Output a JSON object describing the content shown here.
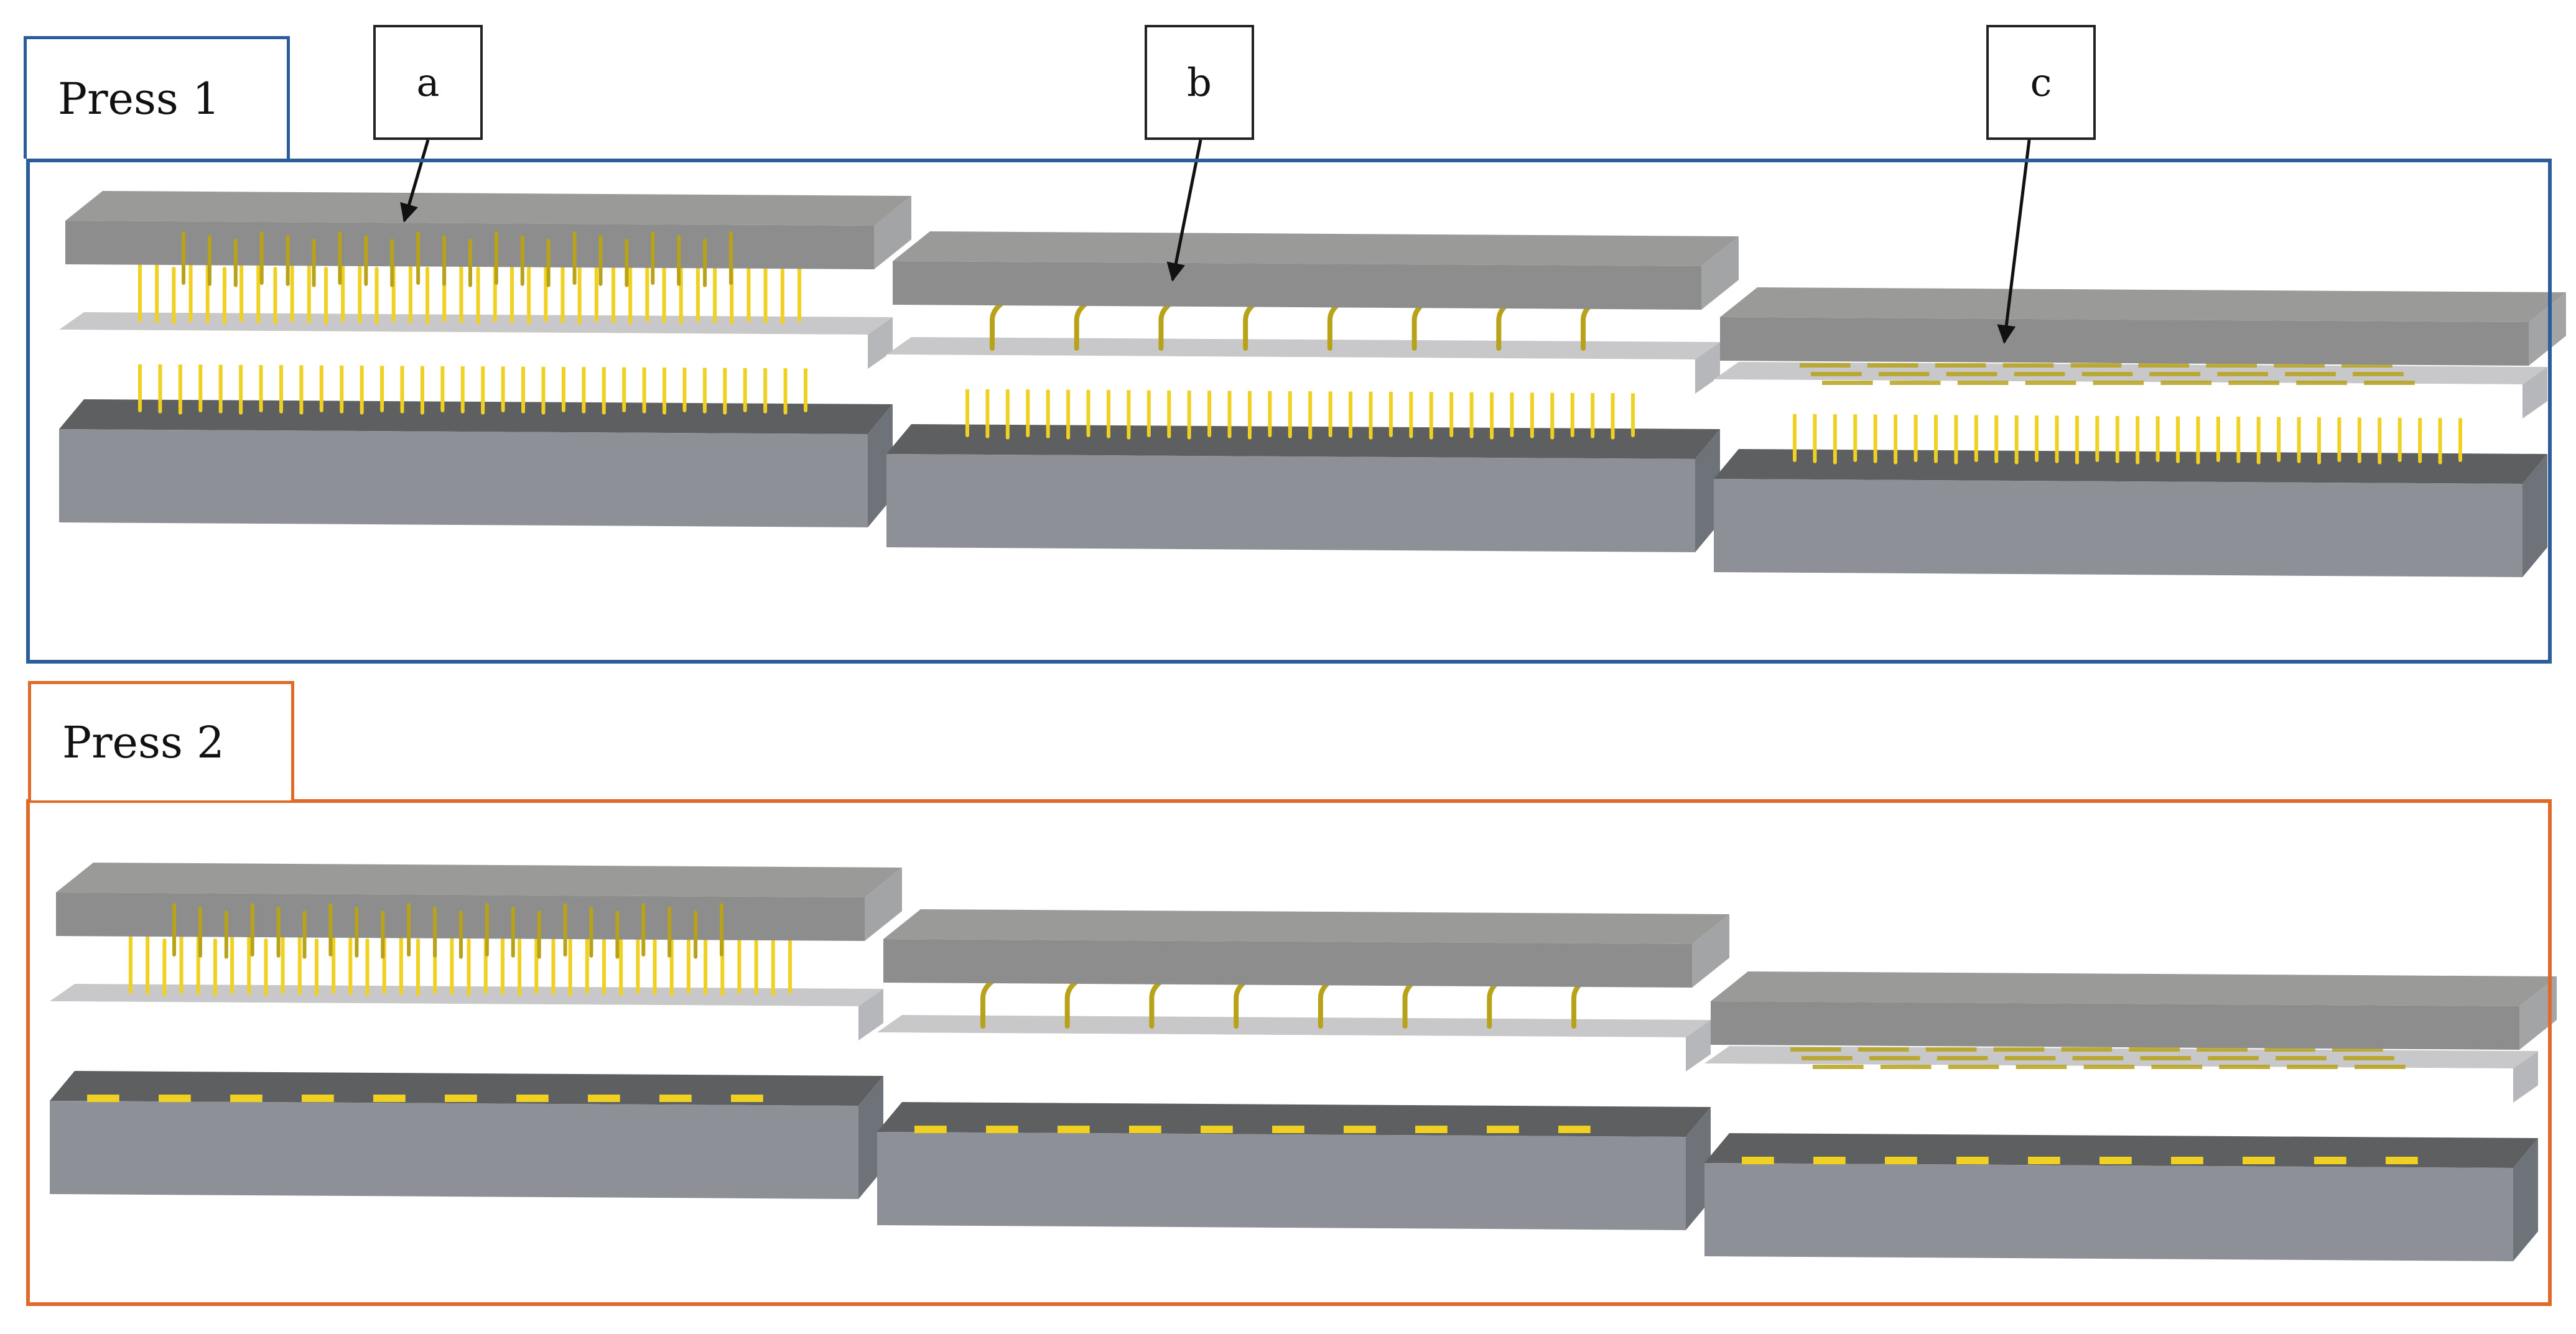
{
  "panels": [
    {
      "label": "Press 1",
      "border_color": "#2a5d9a",
      "bottom_pins": true
    },
    {
      "label": "Press 2",
      "border_color": "#df6a2a",
      "bottom_pins": false
    }
  ],
  "step_labels": [
    "a",
    "b",
    "c"
  ],
  "stages": [
    "pins",
    "bent",
    "flat"
  ],
  "colors": {
    "pin": "#f0d020",
    "pin_dark": "#b7a21a",
    "top_plate": "#8d8d8d",
    "top_plate_top": "#9a9a98",
    "top_plate_side": "#a3a4a6",
    "middle_sheet_top": "#c8c8ca",
    "middle_sheet_side": "#ffffff",
    "base_top": "#5e5f60",
    "base_front": "#8d9096",
    "base_side": "#6e737a",
    "arrow": "#111111"
  },
  "icons": {
    "arrow": "arrow-down-icon"
  }
}
